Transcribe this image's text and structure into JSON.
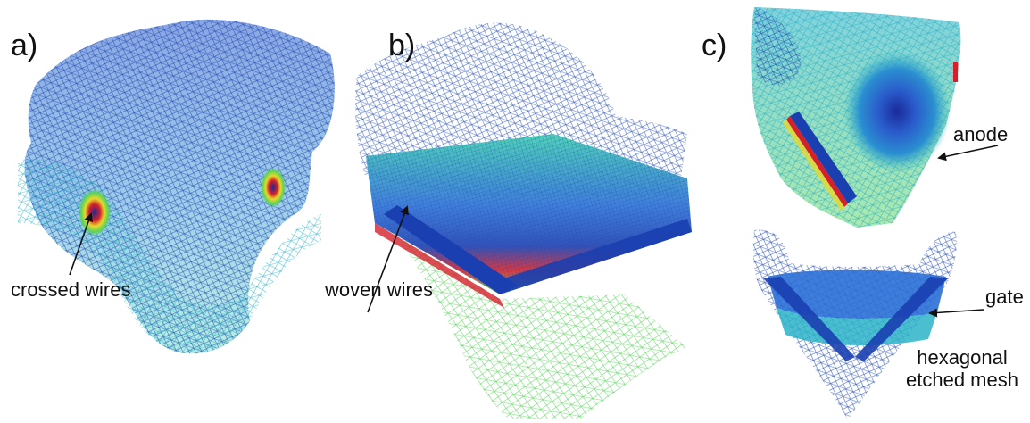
{
  "panels": {
    "a": {
      "label": "a)",
      "annotation": "crossed wires"
    },
    "b": {
      "label": "b)",
      "annotation": "woven wires"
    },
    "c": {
      "label": "c)",
      "annotations": {
        "anode": "anode",
        "gate": "gate",
        "mesh": [
          "hexagonal",
          "etched mesh"
        ]
      }
    }
  },
  "colors": {
    "mesh_dark_blue": "#1a3fb0",
    "mesh_blue": "#2a6fd6",
    "mesh_cyan": "#2bb3c8",
    "mesh_teal": "#3fd0b0",
    "mesh_green": "#59d35a",
    "hot_red": "#d4202a",
    "hot_yellow": "#e8d82a"
  }
}
